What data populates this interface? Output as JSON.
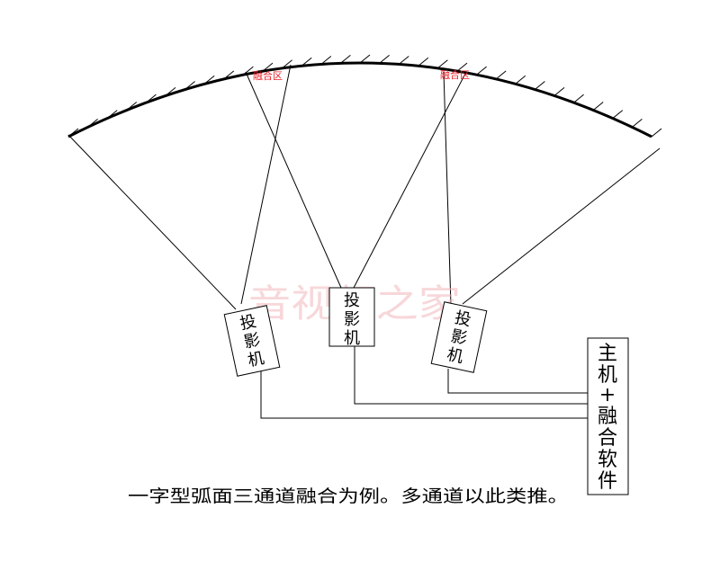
{
  "colors": {
    "line": "#000000",
    "blend_label": "#e8202a",
    "watermark": "#f2b8bc",
    "background": "#ffffff"
  },
  "screen": {
    "blend_zones": [
      {
        "label": "融合区"
      },
      {
        "label": "融合区"
      }
    ]
  },
  "projectors": [
    {
      "chars": [
        "投",
        "影",
        "机"
      ]
    },
    {
      "chars": [
        "投",
        "影",
        "机"
      ]
    },
    {
      "chars": [
        "投",
        "影",
        "机"
      ]
    }
  ],
  "host": {
    "chars": [
      "主",
      "机",
      "+",
      "融",
      "合",
      "软",
      "件"
    ]
  },
  "watermark": "音视频之家",
  "caption": "一字型弧面三通道融合为例。多通道以此类推。"
}
